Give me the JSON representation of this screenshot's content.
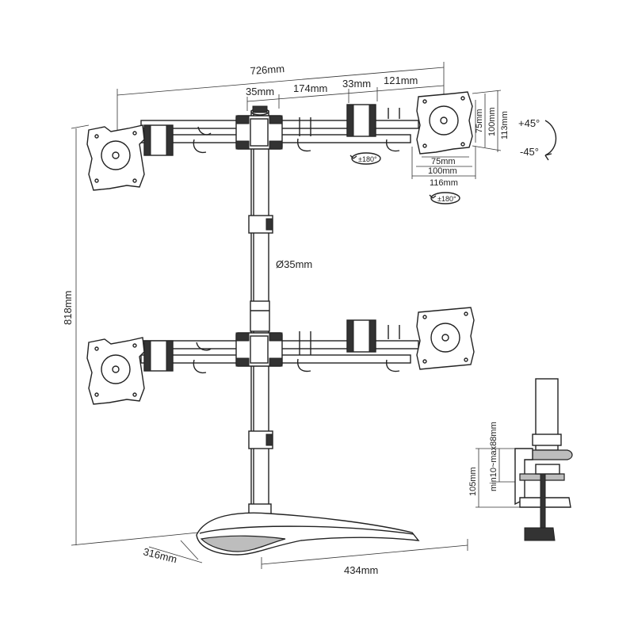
{
  "dimensions": {
    "total_width": "726mm",
    "arm_clamp_left": "35mm",
    "arm_segment": "174mm",
    "arm_clamp_right": "33mm",
    "arm_end": "121mm",
    "vesa_75_vertical": "75mm",
    "vesa_100_vertical": "100mm",
    "plate_height": "113mm",
    "vesa_75_horizontal": "75mm",
    "vesa_100_horizontal": "100mm",
    "plate_width": "116mm",
    "pole_diameter": "Ø35mm",
    "total_height": "818mm",
    "base_depth": "316mm",
    "base_width": "434mm",
    "clamp_height": "105mm",
    "clamp_range": "min10~max88mm"
  },
  "rotation": {
    "swivel_1": "±180°",
    "swivel_2": "±180°",
    "tilt_up": "+45°",
    "tilt_down": "-45°"
  }
}
